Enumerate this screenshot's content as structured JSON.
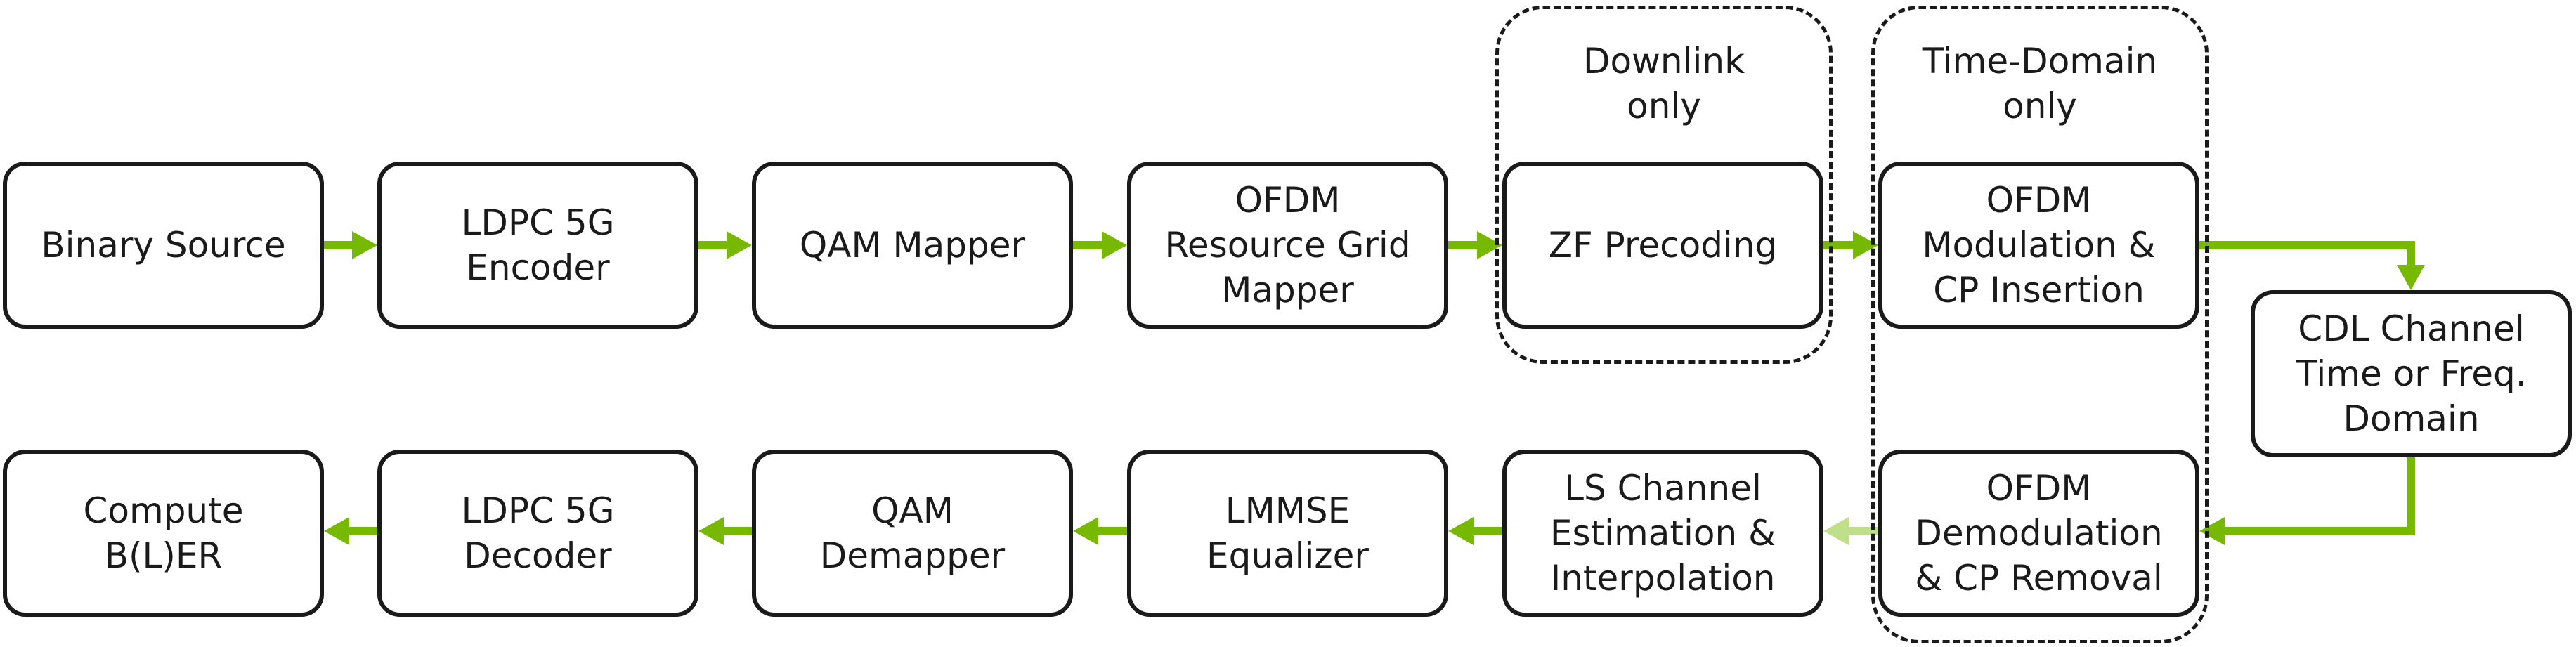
{
  "blocks": {
    "binary_source": [
      "Binary Source"
    ],
    "ldpc_encoder": [
      "LDPC 5G",
      "Encoder"
    ],
    "qam_mapper": [
      "QAM Mapper"
    ],
    "rg_mapper": [
      "OFDM",
      "Resource Grid",
      "Mapper"
    ],
    "zf_precoding": [
      "ZF Precoding"
    ],
    "ofdm_modulation": [
      "OFDM",
      "Modulation &",
      "CP Insertion"
    ],
    "cdl_channel": [
      "CDL Channel",
      "Time or Freq.",
      "Domain"
    ],
    "ofdm_demodulation": [
      "OFDM",
      "Demodulation",
      "& CP Removal"
    ],
    "ls_channel_estimation": [
      "LS Channel",
      "Estimation &",
      "Interpolation"
    ],
    "lmmse_equalizer": [
      "LMMSE",
      "Equalizer"
    ],
    "qam_demapper": [
      "QAM",
      "Demapper"
    ],
    "ldpc_decoder": [
      "LDPC 5G",
      "Decoder"
    ],
    "compute_bler": [
      "Compute",
      "B(L)ER"
    ]
  },
  "groups": {
    "downlink": [
      "Downlink",
      "only"
    ],
    "time_domain": [
      "Time-Domain",
      "only"
    ]
  },
  "colors": {
    "arrow": "#76b900",
    "border": "#1a1a1a",
    "text": "#1a1a1a"
  }
}
